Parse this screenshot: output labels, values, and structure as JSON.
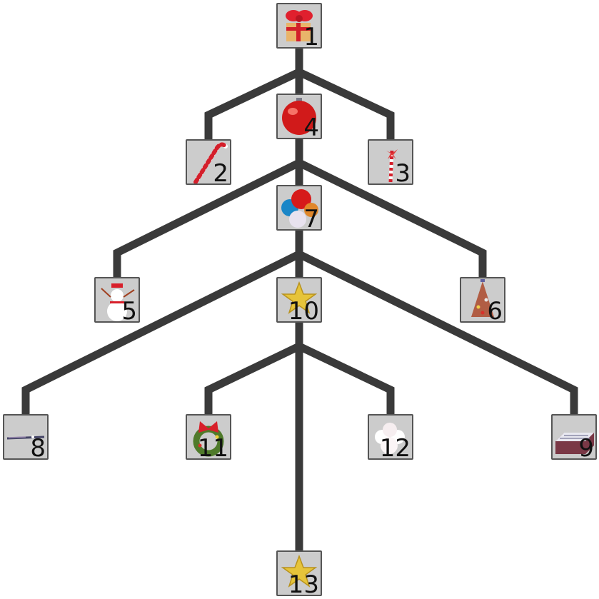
{
  "tree": {
    "line_color": "#3a3a3a",
    "node_fill": "#cccccc",
    "edges": [
      [
        "1",
        "2"
      ],
      [
        "1",
        "4"
      ],
      [
        "1",
        "3"
      ],
      [
        "4",
        "5"
      ],
      [
        "4",
        "7"
      ],
      [
        "4",
        "6"
      ],
      [
        "7",
        "8"
      ],
      [
        "7",
        "10"
      ],
      [
        "7",
        "9"
      ],
      [
        "10",
        "11"
      ],
      [
        "10",
        "13"
      ],
      [
        "10",
        "12"
      ]
    ],
    "nodes": [
      {
        "id": "1",
        "label": "1",
        "icon": "gift-box-icon"
      },
      {
        "id": "4",
        "label": "4",
        "icon": "red-ornament-icon"
      },
      {
        "id": "2",
        "label": "2",
        "icon": "candy-cane-icon"
      },
      {
        "id": "3",
        "label": "3",
        "icon": "candy-cane-bow-icon"
      },
      {
        "id": "7",
        "label": "7",
        "icon": "ornaments-group-icon"
      },
      {
        "id": "5",
        "label": "5",
        "icon": "snowman-icon"
      },
      {
        "id": "10",
        "label": "10",
        "icon": "gold-star-icon"
      },
      {
        "id": "6",
        "label": "6",
        "icon": "christmas-tree-icon"
      },
      {
        "id": "8",
        "label": "8",
        "icon": "sparkler-icon"
      },
      {
        "id": "11",
        "label": "11",
        "icon": "wreath-icon"
      },
      {
        "id": "12",
        "label": "12",
        "icon": "snowballs-icon"
      },
      {
        "id": "9",
        "label": "9",
        "icon": "gift-tin-icon"
      },
      {
        "id": "13",
        "label": "13",
        "icon": "gold-star-icon"
      }
    ]
  }
}
